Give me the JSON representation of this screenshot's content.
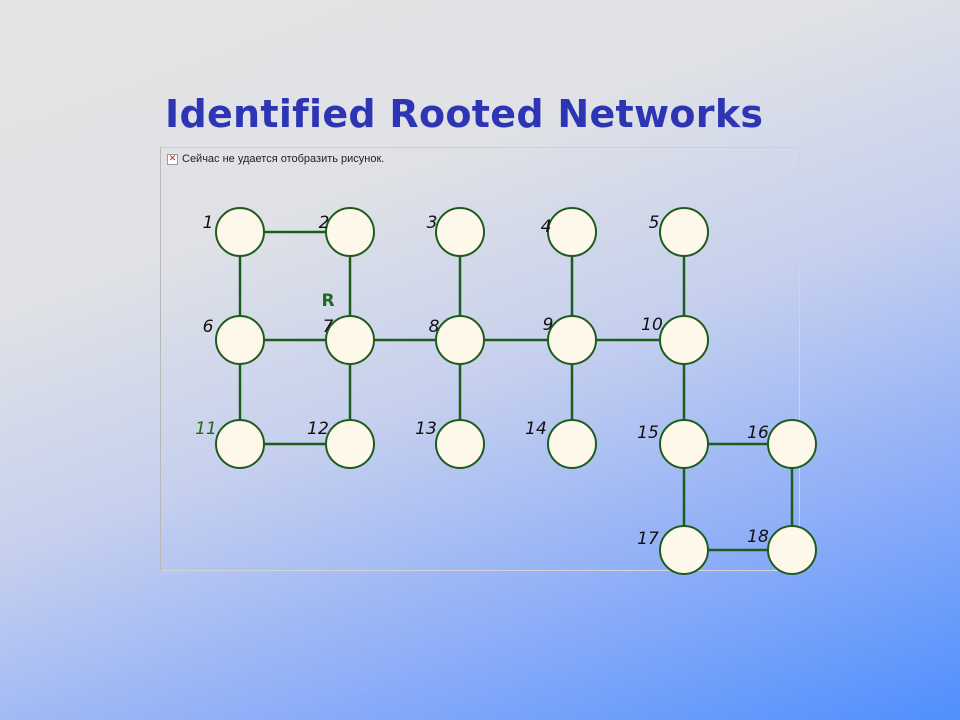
{
  "title": "Identified Rooted Networks",
  "placeholder": {
    "icon": "broken-image-icon",
    "glyph": "✕",
    "text": "Сейчас не удается отобразить рисунок."
  },
  "colors": {
    "title": "#2d35b4",
    "node_fill": "#fdf8ea",
    "edge": "#1e5c1e",
    "label_default": "#111111",
    "label_highlight": "#1a6b1a"
  },
  "root_marker": {
    "text": "R",
    "node": 7
  },
  "nodes": [
    {
      "id": 1,
      "label": "1",
      "col": 0,
      "row": 0
    },
    {
      "id": 2,
      "label": "2",
      "col": 1,
      "row": 0
    },
    {
      "id": 3,
      "label": "3",
      "col": 2,
      "row": 0
    },
    {
      "id": 4,
      "label": "4",
      "col": 3,
      "row": 0
    },
    {
      "id": 5,
      "label": "5",
      "col": 4,
      "row": 0
    },
    {
      "id": 6,
      "label": "6",
      "col": 0,
      "row": 1
    },
    {
      "id": 7,
      "label": "7",
      "col": 1,
      "row": 1
    },
    {
      "id": 8,
      "label": "8",
      "col": 2,
      "row": 1
    },
    {
      "id": 9,
      "label": "9",
      "col": 3,
      "row": 1
    },
    {
      "id": 10,
      "label": "10",
      "col": 4,
      "row": 1
    },
    {
      "id": 11,
      "label": "11",
      "col": 0,
      "row": 2,
      "highlight": true
    },
    {
      "id": 12,
      "label": "12",
      "col": 1,
      "row": 2
    },
    {
      "id": 13,
      "label": "13",
      "col": 2,
      "row": 2
    },
    {
      "id": 14,
      "label": "14",
      "col": 3,
      "row": 2
    },
    {
      "id": 15,
      "label": "15",
      "col": 4,
      "row": 2
    },
    {
      "id": 16,
      "label": "16",
      "col": 5,
      "row": 2
    },
    {
      "id": 17,
      "label": "17",
      "col": 4,
      "row": 3
    },
    {
      "id": 18,
      "label": "18",
      "col": 5,
      "row": 3
    }
  ],
  "edges": [
    [
      1,
      2
    ],
    [
      1,
      6
    ],
    [
      2,
      7
    ],
    [
      6,
      7
    ],
    [
      6,
      11
    ],
    [
      7,
      12
    ],
    [
      11,
      12
    ],
    [
      7,
      8
    ],
    [
      3,
      8
    ],
    [
      8,
      9
    ],
    [
      9,
      10
    ],
    [
      4,
      9
    ],
    [
      5,
      10
    ],
    [
      8,
      13
    ],
    [
      9,
      14
    ],
    [
      10,
      15
    ],
    [
      15,
      16
    ],
    [
      15,
      17
    ],
    [
      16,
      18
    ],
    [
      17,
      18
    ]
  ]
}
